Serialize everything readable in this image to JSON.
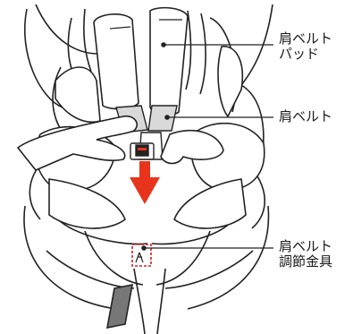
{
  "labels": {
    "shoulder_pad": {
      "line1": "肩ベルト",
      "line2": "パッド"
    },
    "shoulder_belt": {
      "line1": "肩ベルト"
    },
    "adjuster": {
      "line1": "肩ベルト",
      "line2": "調節金具"
    }
  },
  "colors": {
    "outline": "#222222",
    "arrow": "#e8341c",
    "marker": "#d02020",
    "strap": "#777777",
    "background": "#ffffff"
  }
}
